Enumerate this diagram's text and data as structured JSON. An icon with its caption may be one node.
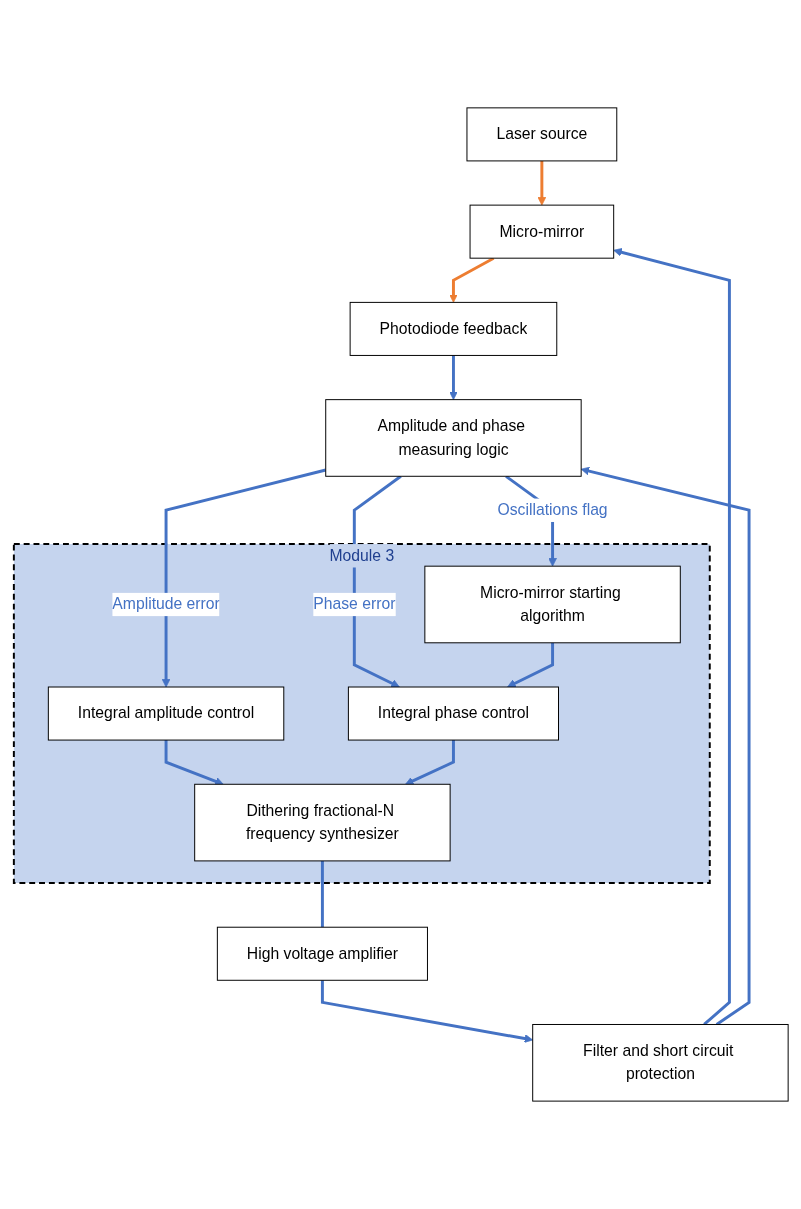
{
  "diagram": {
    "nodes": [
      {
        "text": [
          "Laser source"
        ]
      },
      {
        "text": [
          "Micro-mirror"
        ]
      },
      {
        "text": [
          "Photodiode feedback"
        ]
      },
      {
        "text": [
          "Filter and short circuit protection"
        ]
      },
      {
        "text": [
          "High voltage amplifier"
        ]
      },
      {
        "text": [
          "Module 3"
        ]
      },
      {
        "text": [
          "Dithering fractional-N frequency synthesizer"
        ],
        "in": 5
      },
      {
        "text": [
          "Amplitude and phase measuring logic"
        ]
      },
      {
        "text": [
          "Integral amplitude control"
        ],
        "in": 5
      },
      {
        "text": [
          "Micro-mirror starting algorithm"
        ],
        "in": 5
      },
      {
        "text": [
          "Integral phase control"
        ],
        "in": 5
      }
    ],
    "edges": [
      {
        "from": 0,
        "to": 1,
        "arrow": "to",
        "color": "#ed7d31"
      },
      {
        "from": 1,
        "to": 2,
        "arrow": "to",
        "color": "#ed7d31"
      },
      {
        "from": 3,
        "to": 1,
        "arrow": "to"
      },
      {
        "from": 4,
        "to": 3,
        "arrow": "to"
      },
      {
        "from": 6,
        "to": 4,
        "arrow": "none"
      },
      {
        "from": 2,
        "to": 7,
        "arrow": "to"
      },
      {
        "from": 3,
        "to": 7,
        "arrow": "to"
      },
      {
        "from": 7,
        "to": 9,
        "arrow": "to",
        "label": "Oscillations flag"
      },
      {
        "from": 7,
        "to": 8,
        "arrow": "to",
        "label": "Amplitude error"
      },
      {
        "from": 7,
        "to": 10,
        "arrow": "to",
        "label": "Phase error"
      },
      {
        "from": 8,
        "to": 6,
        "arrow": "to"
      },
      {
        "from": 10,
        "to": 6,
        "arrow": "to"
      },
      {
        "from": 9,
        "to": 10,
        "arrow": "to"
      }
    ]
  }
}
